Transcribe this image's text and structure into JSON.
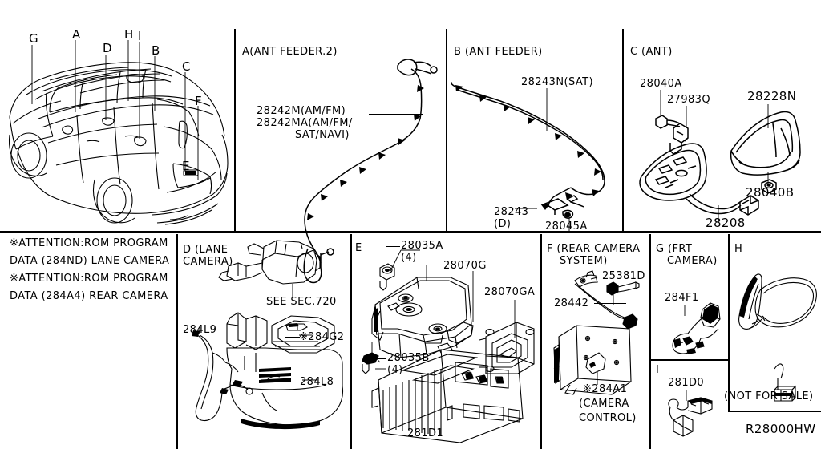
{
  "sheet": {
    "drawing_number": "R28000HW",
    "not_for_sale_note": "(NOT FOR SALE)"
  },
  "vehicle_callouts": [
    {
      "id": "car-callout-g",
      "label": "G"
    },
    {
      "id": "car-callout-a",
      "label": "A"
    },
    {
      "id": "car-callout-d",
      "label": "D"
    },
    {
      "id": "car-callout-h",
      "label": "H"
    },
    {
      "id": "car-callout-i",
      "label": "I"
    },
    {
      "id": "car-callout-b",
      "label": "B"
    },
    {
      "id": "car-callout-c",
      "label": "C"
    },
    {
      "id": "car-callout-f",
      "label": "F"
    },
    {
      "id": "car-callout-e",
      "label": "E"
    }
  ],
  "attention_notes": [
    "※ATTENTION:ROM PROGRAM",
    "DATA (284ND) LANE CAMERA",
    "※ATTENTION:ROM PROGRAM",
    "DATA (284A4) REAR CAMERA"
  ],
  "panels": {
    "a": {
      "title": "A(ANT FEEDER.2)",
      "parts": [
        {
          "number": "28242M(AM/FM)"
        },
        {
          "number": "28242MA(AM/FM/"
        },
        {
          "number": "SAT/NAVI)"
        }
      ]
    },
    "b": {
      "title": "B (ANT FEEDER)",
      "parts": [
        {
          "number": "28243N(SAT)"
        },
        {
          "number": "28243"
        },
        {
          "number": "(D)"
        },
        {
          "number": "28045A"
        }
      ]
    },
    "c": {
      "title": "C (ANT)",
      "parts": [
        {
          "number": "28040A"
        },
        {
          "number": "27983Q"
        },
        {
          "number": "28228N"
        },
        {
          "number": "28040B"
        },
        {
          "number": "28208"
        }
      ]
    },
    "d": {
      "title_line1": "D (LANE",
      "title_line2": "CAMERA)",
      "parts": [
        {
          "number": "SEE SEC.720"
        },
        {
          "number": "284L9"
        },
        {
          "number": "※284G2"
        },
        {
          "number": "284L8"
        }
      ]
    },
    "e": {
      "title": "E",
      "parts": [
        {
          "number": "28035A"
        },
        {
          "number": "(4)"
        },
        {
          "number": "28070G"
        },
        {
          "number": "28070GA"
        },
        {
          "number": "28035B"
        },
        {
          "number": "(4)"
        },
        {
          "number": "281D1"
        }
      ]
    },
    "f": {
      "title_line1": "F (REAR CAMERA",
      "title_line2": "SYSTEM)",
      "parts": [
        {
          "number": "25381D"
        },
        {
          "number": "28442"
        },
        {
          "number": "※284A1"
        },
        {
          "number": "(CAMERA"
        },
        {
          "number": "CONTROL)"
        }
      ]
    },
    "g": {
      "title_line1": "G (FRT",
      "title_line2": "CAMERA)",
      "parts": [
        {
          "number": "284F1"
        }
      ]
    },
    "h": {
      "title": "H",
      "parts": []
    },
    "i": {
      "title": "I",
      "parts": [
        {
          "number": "281D0"
        }
      ]
    }
  }
}
